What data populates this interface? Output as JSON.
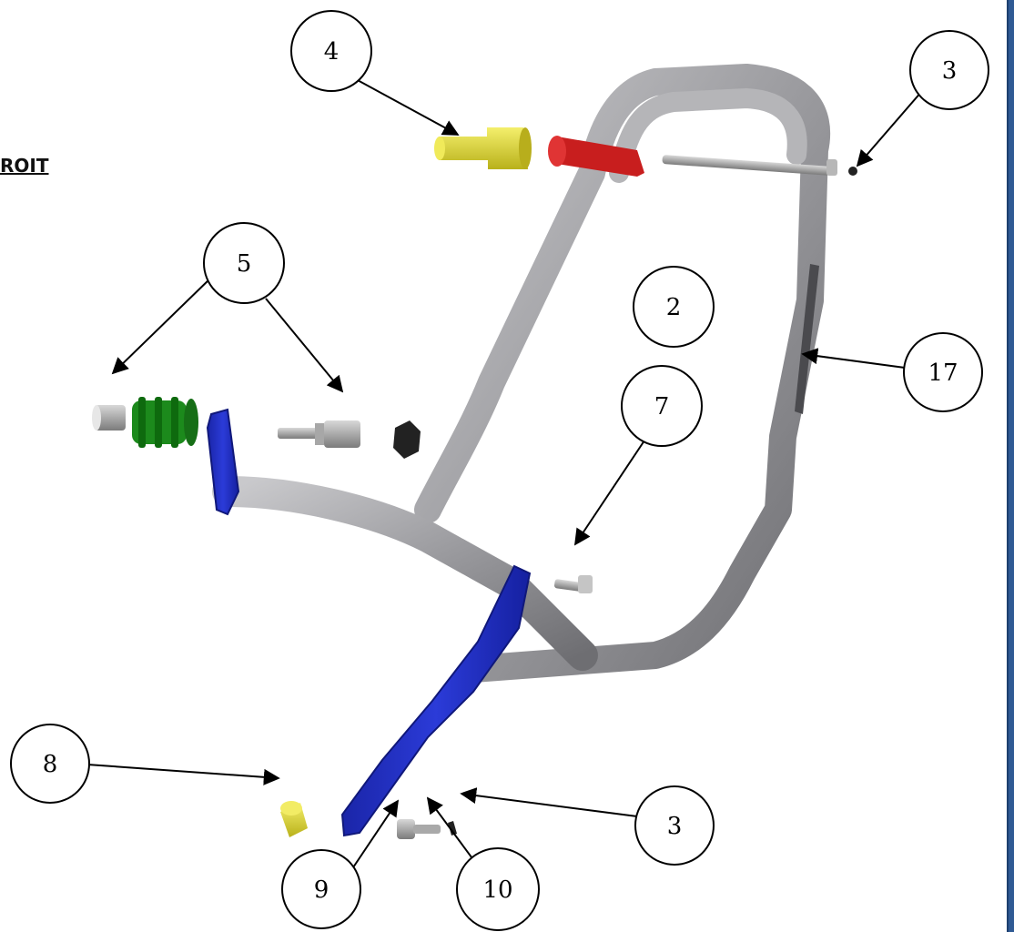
{
  "section_title": "ROIT",
  "callouts": [
    {
      "id": "c4",
      "label": "4"
    },
    {
      "id": "c3top",
      "label": "3"
    },
    {
      "id": "c5",
      "label": "5"
    },
    {
      "id": "c2",
      "label": "2"
    },
    {
      "id": "c7",
      "label": "7"
    },
    {
      "id": "c17",
      "label": "17"
    },
    {
      "id": "c8",
      "label": "8"
    },
    {
      "id": "c3bot",
      "label": "3"
    },
    {
      "id": "c9",
      "label": "9"
    },
    {
      "id": "c10",
      "label": "10"
    }
  ],
  "colors": {
    "tube": "#9a9a9e",
    "bracket": "#2b3bd8",
    "red_spacer": "#c81e1e",
    "yellow_part": "#e3dc3a",
    "green_part": "#1c8a1c",
    "frame_edge": "#2f5a94"
  }
}
